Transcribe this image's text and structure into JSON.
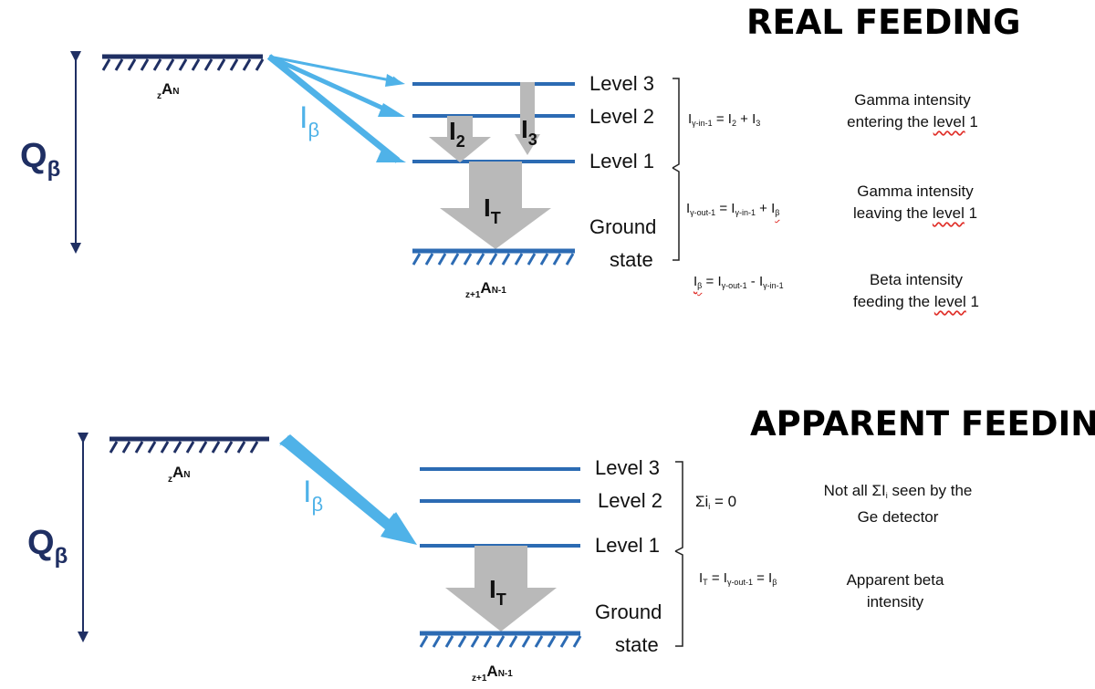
{
  "real": {
    "title": "REAL FEEDING",
    "q_label": "Q",
    "q_sub": "β",
    "parent_pre": "z",
    "parent_main": "A",
    "parent_sub": "N",
    "daughter_pre": "z+1",
    "daughter_main": "A",
    "daughter_sub": "N-1",
    "ib_main": "I",
    "ib_sub": "β",
    "levels": {
      "level3": "Level 3",
      "level2": "Level 2",
      "level1": "Level 1",
      "ground1": "Ground",
      "ground2": "state"
    },
    "arrows": {
      "i2_main": "I",
      "i2_sub": "2",
      "i3_main": "I",
      "i3_sub": "3",
      "it_main": "I",
      "it_sub": "T"
    },
    "eq1": {
      "lhs": "I",
      "lhs_sub": "γ-in-1",
      "rhs": " = I",
      "rhs_sub1": "2",
      "plus": " + I",
      "rhs_sub2": "3"
    },
    "eq2": {
      "lhs": "I",
      "lhs_sub": "γ-out-1",
      "mid": "  = I",
      "mid_sub": "γ-in-1",
      "plus": " + I",
      "plus_sub": "β"
    },
    "eq3": {
      "lhs": "I",
      "lhs_sub": "β",
      "mid": " = I",
      "mid_sub": "γ-out-1",
      "minus": " - I",
      "minus_sub": "γ-in-1"
    },
    "desc1": {
      "line1": "Gamma intensity",
      "line2a": "entering the ",
      "line2b": "level",
      " line2c": "",
      "line2c": " 1"
    },
    "desc2": {
      "line1": "Gamma intensity",
      "line2a": "leaving the ",
      "line2b": "level",
      "line2c": " 1"
    },
    "desc3": {
      "line1": "Beta intensity",
      "line2a": "feeding the ",
      "line2b": "level",
      "line2c": " 1"
    }
  },
  "apparent": {
    "title": "APPARENT FEEDING",
    "q_label": "Q",
    "q_sub": "β",
    "parent_pre": "z",
    "parent_main": "A",
    "parent_sub": "N",
    "daughter_pre": "z+1",
    "daughter_main": "A",
    "daughter_sub": "N-1",
    "ib_main": "I",
    "ib_sub": "β",
    "levels": {
      "level3": "Level 3",
      "level2": "Level 2",
      "level1": "Level 1",
      "ground1": "Ground",
      "ground2": "state"
    },
    "arrows": {
      "it_main": "I",
      "it_sub": "T"
    },
    "eq1": {
      "text": "Σi",
      "sub": "i",
      "rhs": " = 0"
    },
    "eq2": {
      "lhs": "I",
      "lhs_sub": "T",
      "mid": " = I",
      "mid_sub": "γ-out-1",
      "rhs": " = I",
      "rhs_sub": "β"
    },
    "desc1": {
      "line1a": "Not all ΣI",
      "line1sub": "i",
      "line1b": " seen by the",
      "line2": "Ge detector"
    },
    "desc2": {
      "line1": "Apparent beta",
      "line2": "intensity"
    }
  },
  "colors": {
    "dark_navy": "#1f2f63",
    "level_blue": "#2c6bb3",
    "beta_arrow": "#4fb2e8",
    "gamma_arrow": "#b9b9b9",
    "wavy_red": "#e0302a"
  }
}
